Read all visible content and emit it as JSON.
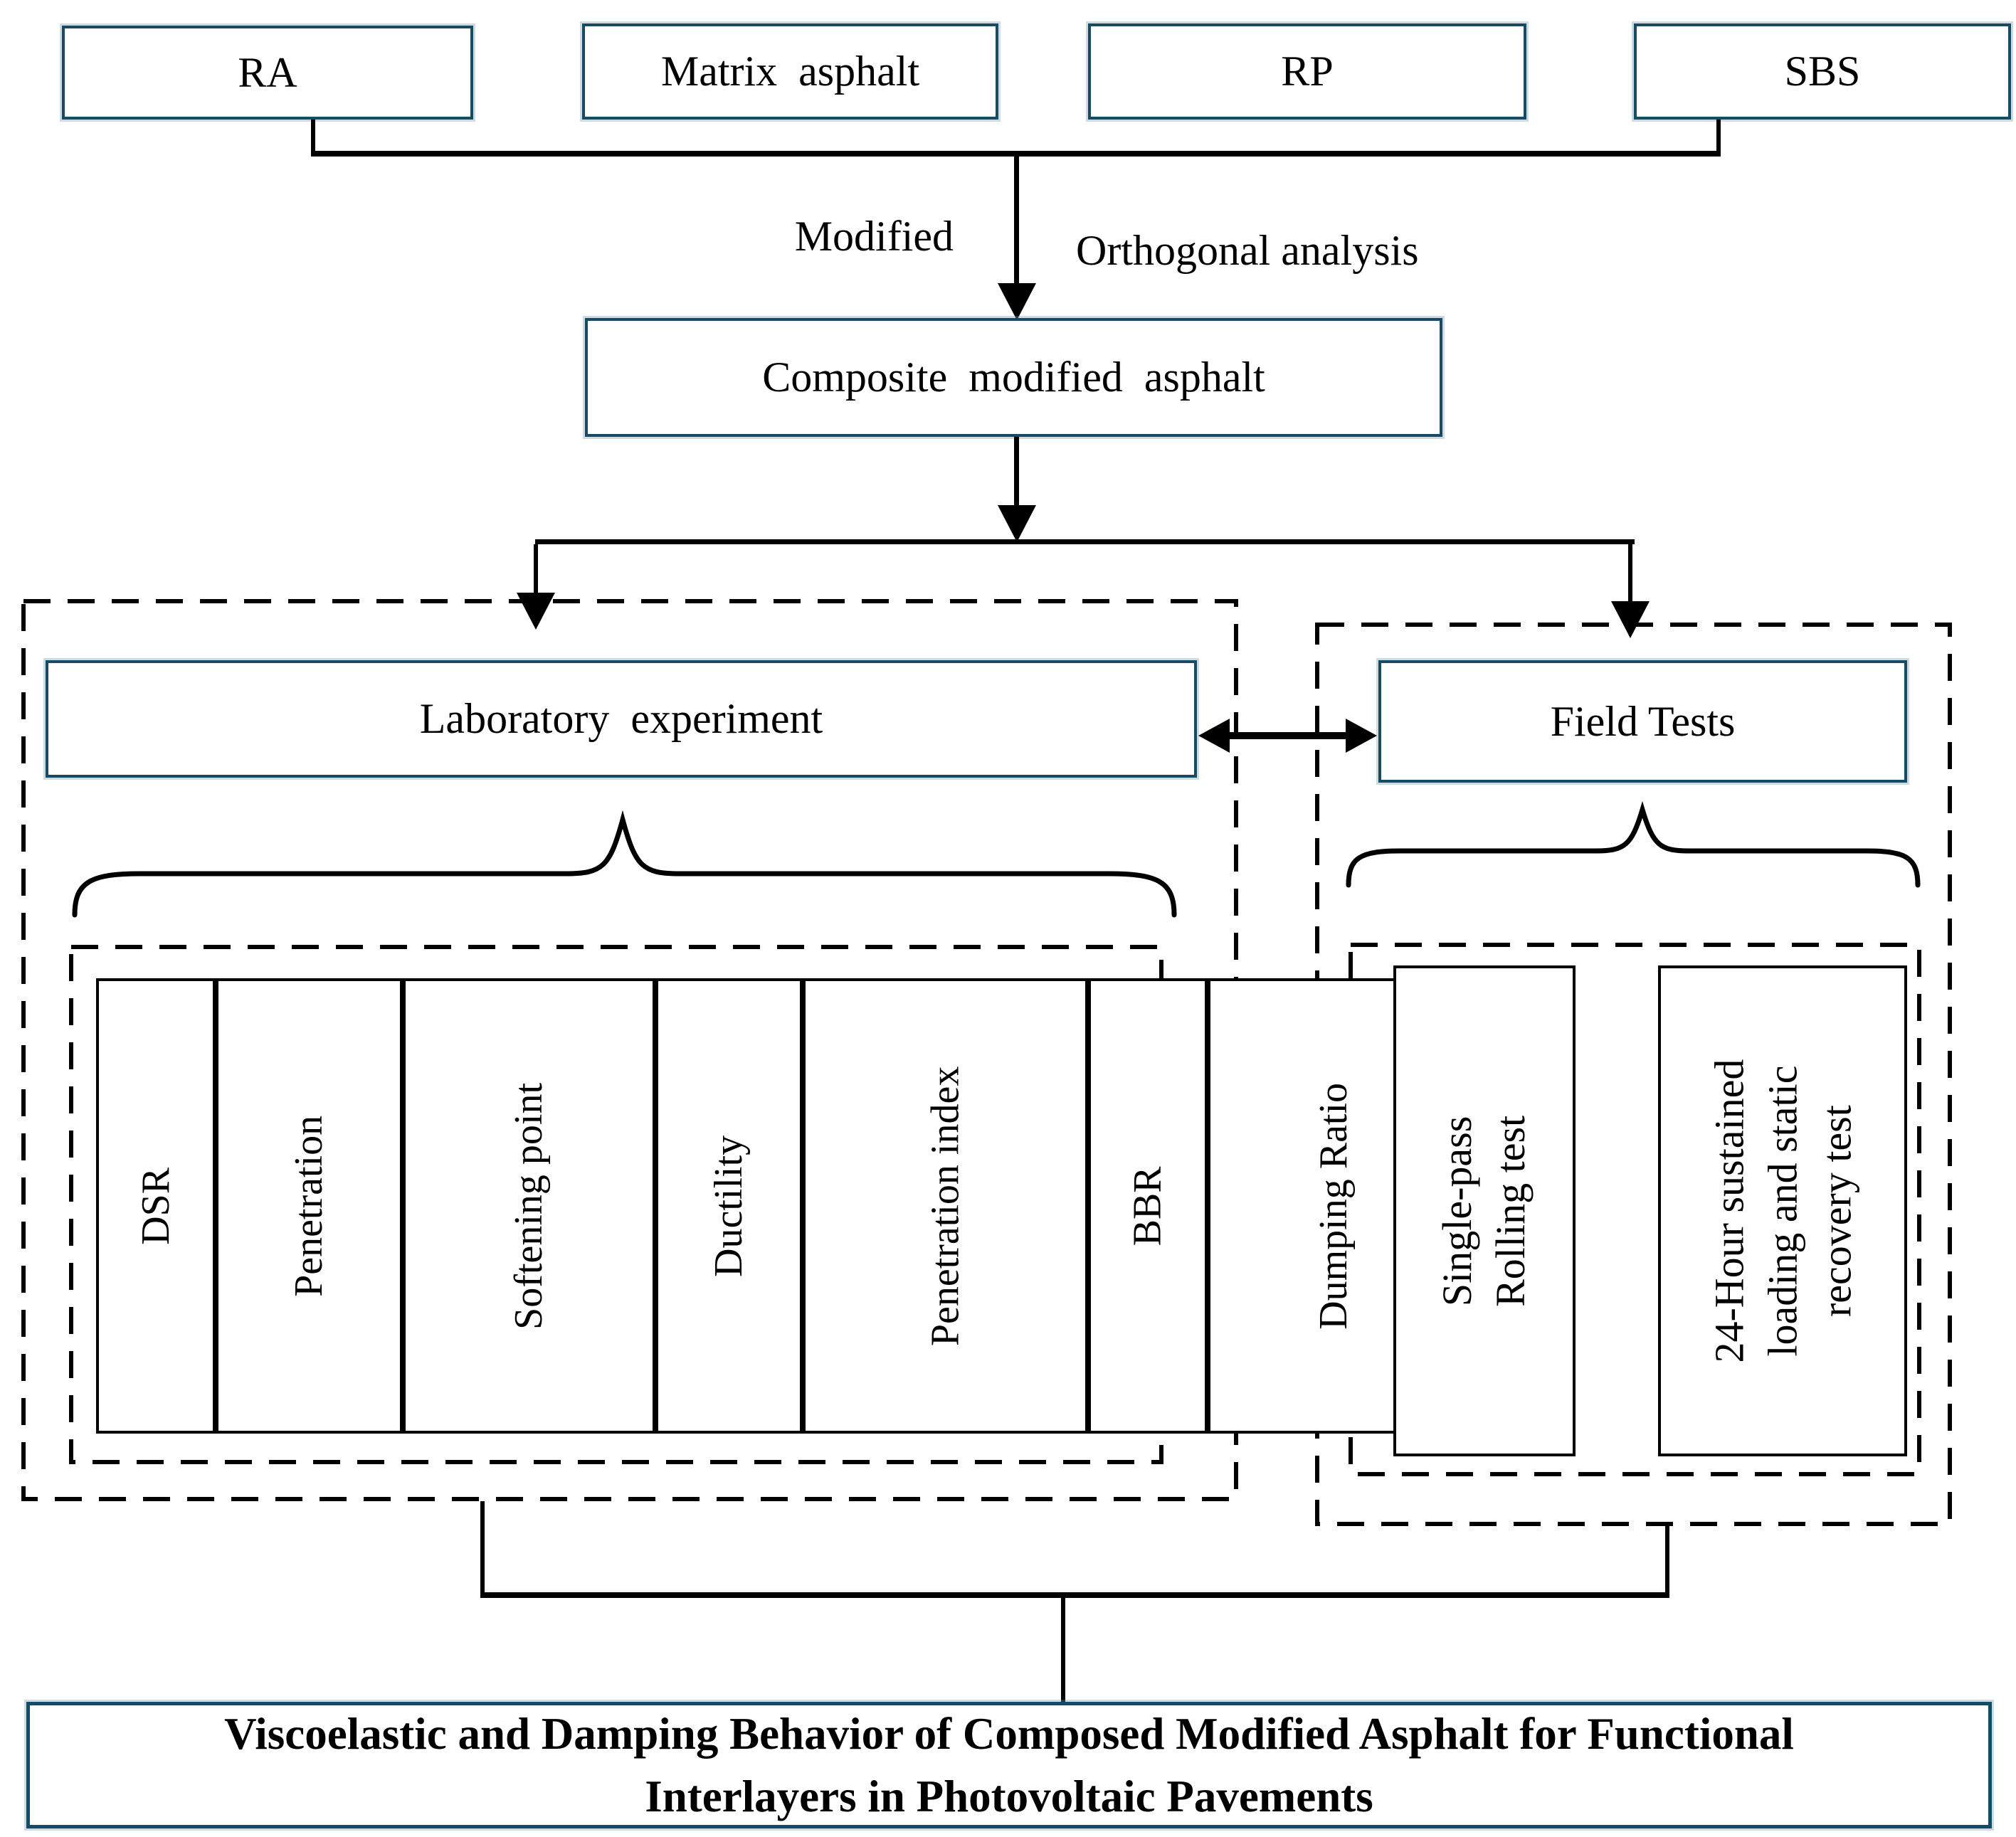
{
  "figure": {
    "type": "flowchart",
    "colors": {
      "box_border": "#164b66",
      "connector": "#000000",
      "background": "#ffffff"
    },
    "materials": {
      "ra": "RA",
      "matrix": "Matrix  asphalt",
      "rp": "RP",
      "sbs": "SBS"
    },
    "arrow_labels": {
      "left": "Modified",
      "right": "Orthogonal analysis"
    },
    "composite_label": "Composite  modified  asphalt",
    "laboratory": {
      "title": "Laboratory  experiment",
      "tests": [
        "DSR",
        "Penetration",
        "Softening point",
        "Ductility",
        "Penetration index",
        "BBR",
        "Dumping Ratio"
      ]
    },
    "field": {
      "title": "Field Tests",
      "tests": [
        "Single-pass\nRolling test",
        "24-Hour sustained\nloading and static\nrecovery test"
      ]
    },
    "outcome_title": "Viscoelastic and Damping Behavior of Composed Modified Asphalt for Functional\nInterlayers in Photovoltaic Pavements"
  }
}
